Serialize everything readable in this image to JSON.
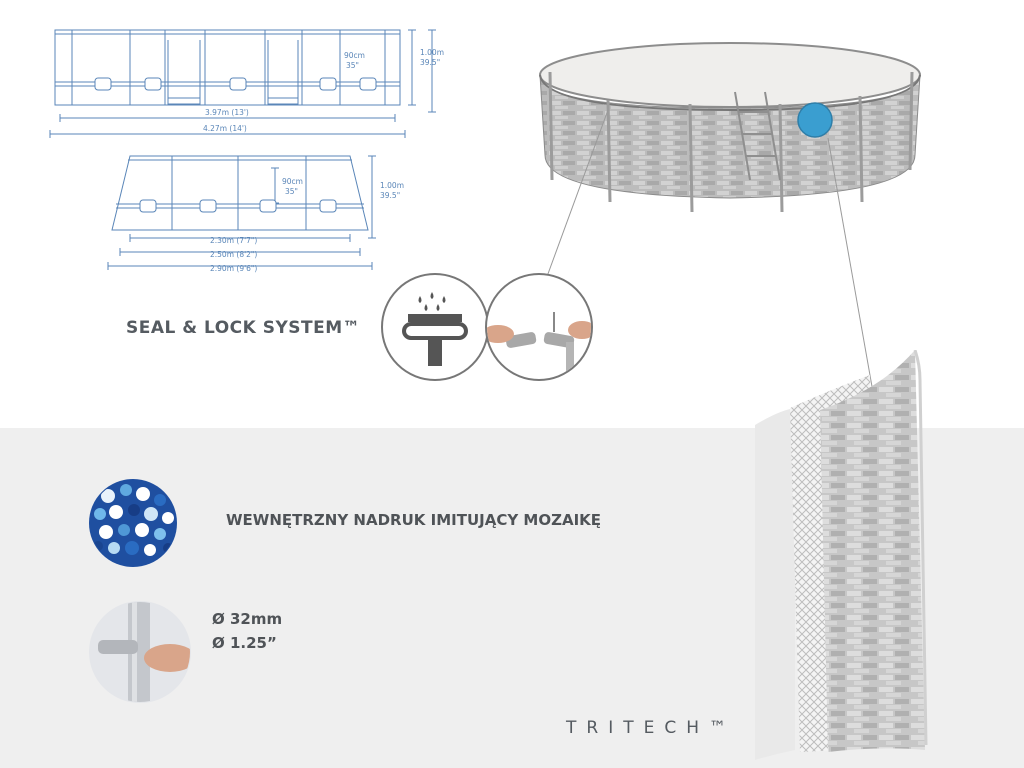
{
  "diagram": {
    "top_height_metric": "90cm",
    "top_height_imperial": "35\"",
    "top_total_metric": "1.00m",
    "top_total_imperial": "39.5\"",
    "top_inner_width": "3.97m   (13')",
    "top_outer_width": "4.27m   (14')",
    "bottom_height_metric": "90cm",
    "bottom_height_imperial": "35\"",
    "bottom_total_metric": "1.00m",
    "bottom_total_imperial": "39.5\"",
    "bottom_width_1": "2.30m (7'7\")",
    "bottom_width_2": "2.50m (8'2\")",
    "bottom_width_3": "2.90m (9'6\")"
  },
  "seal_lock": {
    "title": "SEAL & LOCK SYSTEM™"
  },
  "features": {
    "mosaic_label": "WEWNĘTRZNY NADRUK IMITUJĄCY MOZAIKĘ",
    "diameter_metric": "Ø 32mm",
    "diameter_imperial": "Ø 1.25”"
  },
  "brand": {
    "tritech": "TRITECH™"
  },
  "colors": {
    "blueprint_line": "#5a86b8",
    "text_gray": "#4f5357",
    "band_gray": "#efefef",
    "mosaic_blue": "#1f4fa0",
    "porthole_blue": "#3a9ed0"
  }
}
